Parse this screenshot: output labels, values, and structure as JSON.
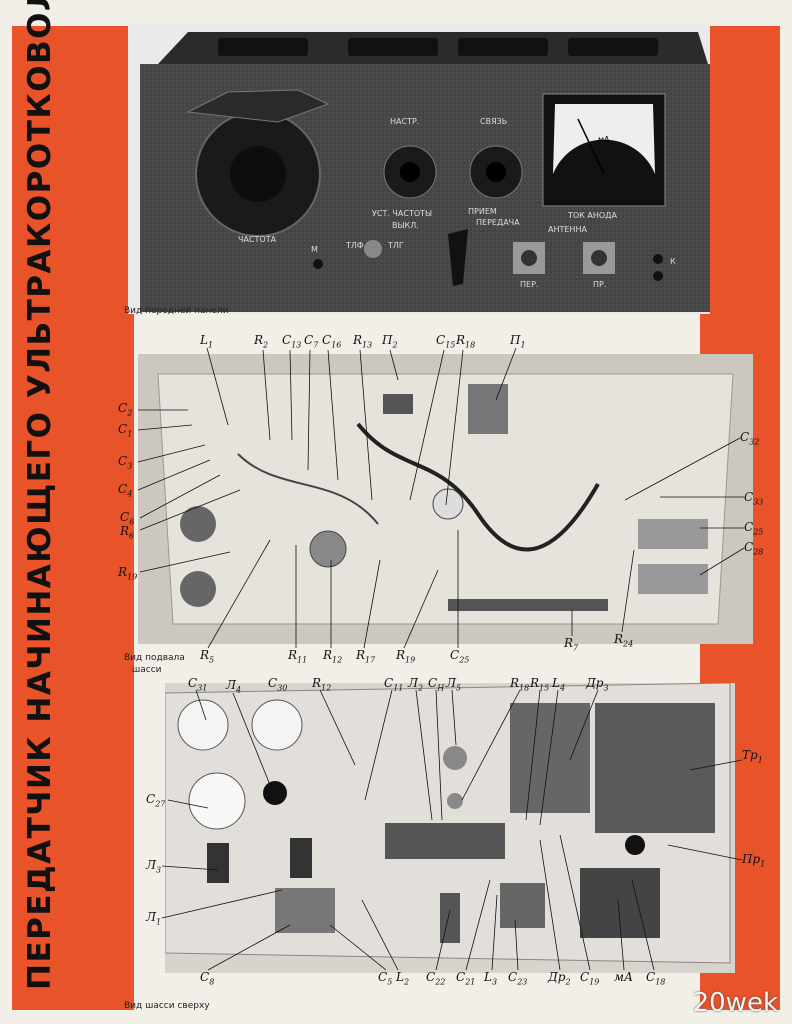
{
  "title": "ПЕРЕДАТЧИК НАЧИНАЮЩЕГО УЛЬТРАКОРОТКОВОЛНОВИКА",
  "captions": {
    "front": "Вид передней панели",
    "bottom_line1": "Вид подвала",
    "bottom_line2": "шасси",
    "top": "Вид шасси сверху"
  },
  "front_panel": {
    "chastota": "ЧАСТОТА",
    "nastr": "НАСТР.",
    "svyaz": "СВЯЗЬ",
    "tok_anoda": "ТОК АНОДА",
    "meter_unit": "мА",
    "m": "М",
    "tlf": "ТЛФ",
    "tlg": "ТЛГ",
    "ust_chastoty": "УСТ. ЧАСТОТЫ",
    "vykl": "ВЫКЛ.",
    "priem": "ПРИЕМ",
    "peredacha": "ПЕРЕДАЧА",
    "antenna": "АНТЕННА",
    "per": "ПЕР.",
    "pr": "ПР.",
    "k": "К"
  },
  "labels_bottom": [
    {
      "t": "L",
      "s": "1"
    },
    {
      "t": "R",
      "s": "2"
    },
    {
      "t": "C",
      "s": "13"
    },
    {
      "t": "C",
      "s": "7"
    },
    {
      "t": "C",
      "s": "16"
    },
    {
      "t": "R",
      "s": "13"
    },
    {
      "t": "П",
      "s": "2"
    },
    {
      "t": "C",
      "s": "15"
    },
    {
      "t": "R",
      "s": "18"
    },
    {
      "t": "П",
      "s": "1"
    },
    {
      "t": "C",
      "s": "2"
    },
    {
      "t": "C",
      "s": "1"
    },
    {
      "t": "C",
      "s": "3"
    },
    {
      "t": "C",
      "s": "4"
    },
    {
      "t": "C",
      "s": "6"
    },
    {
      "t": "R",
      "s": "6"
    },
    {
      "t": "R",
      "s": "19"
    },
    {
      "t": "C",
      "s": "32"
    },
    {
      "t": "C",
      "s": "33"
    },
    {
      "t": "C",
      "s": "25"
    },
    {
      "t": "C",
      "s": "28"
    },
    {
      "t": "R",
      "s": "5"
    },
    {
      "t": "R",
      "s": "11"
    },
    {
      "t": "R",
      "s": "12"
    },
    {
      "t": "R",
      "s": "17"
    },
    {
      "t": "R",
      "s": "19"
    },
    {
      "t": "C",
      "s": "25"
    },
    {
      "t": "R",
      "s": "7"
    },
    {
      "t": "R",
      "s": "24"
    }
  ],
  "labels_top": [
    {
      "t": "C",
      "s": "31"
    },
    {
      "t": "Л",
      "s": "4"
    },
    {
      "t": "C",
      "s": "30"
    },
    {
      "t": "R",
      "s": "12"
    },
    {
      "t": "C",
      "s": "11"
    },
    {
      "t": "Л",
      "s": "2"
    },
    {
      "t": "C",
      "s": "Н"
    },
    {
      "t": "Л",
      "s": "5"
    },
    {
      "t": "R",
      "s": "18"
    },
    {
      "t": "R",
      "s": "15"
    },
    {
      "t": "L",
      "s": "4"
    },
    {
      "t": "Др",
      "s": "3"
    },
    {
      "t": "Тр",
      "s": "1"
    },
    {
      "t": "C",
      "s": "27"
    },
    {
      "t": "Л",
      "s": "3"
    },
    {
      "t": "Л",
      "s": "1"
    },
    {
      "t": "Пр",
      "s": "1"
    },
    {
      "t": "C",
      "s": "8"
    },
    {
      "t": "C",
      "s": "5"
    },
    {
      "t": "L",
      "s": "2"
    },
    {
      "t": "C",
      "s": "22"
    },
    {
      "t": "C",
      "s": "21"
    },
    {
      "t": "L",
      "s": "3"
    },
    {
      "t": "C",
      "s": "23"
    },
    {
      "t": "Др",
      "s": "2"
    },
    {
      "t": "C",
      "s": "19"
    },
    {
      "t": "мА",
      "s": ""
    },
    {
      "t": "C",
      "s": "18"
    }
  ],
  "watermark": "20wek",
  "colors": {
    "accent": "#e8532a",
    "chassis": "#d9d6d0",
    "panel": "#3a3a3a"
  }
}
